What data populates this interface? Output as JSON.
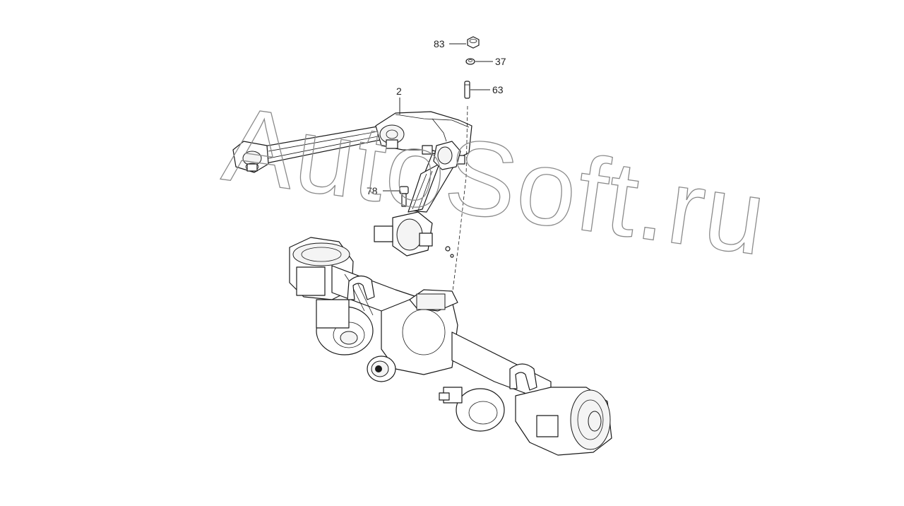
{
  "callouts": [
    {
      "label": "83"
    },
    {
      "label": "37"
    },
    {
      "label": "63"
    },
    {
      "label": "2"
    },
    {
      "label": "78"
    }
  ],
  "watermark": "AutoSoft.ru",
  "colors": {
    "background": "#ffffff",
    "ink": "#1a1a1a",
    "watermark": "#8a8a8a"
  }
}
